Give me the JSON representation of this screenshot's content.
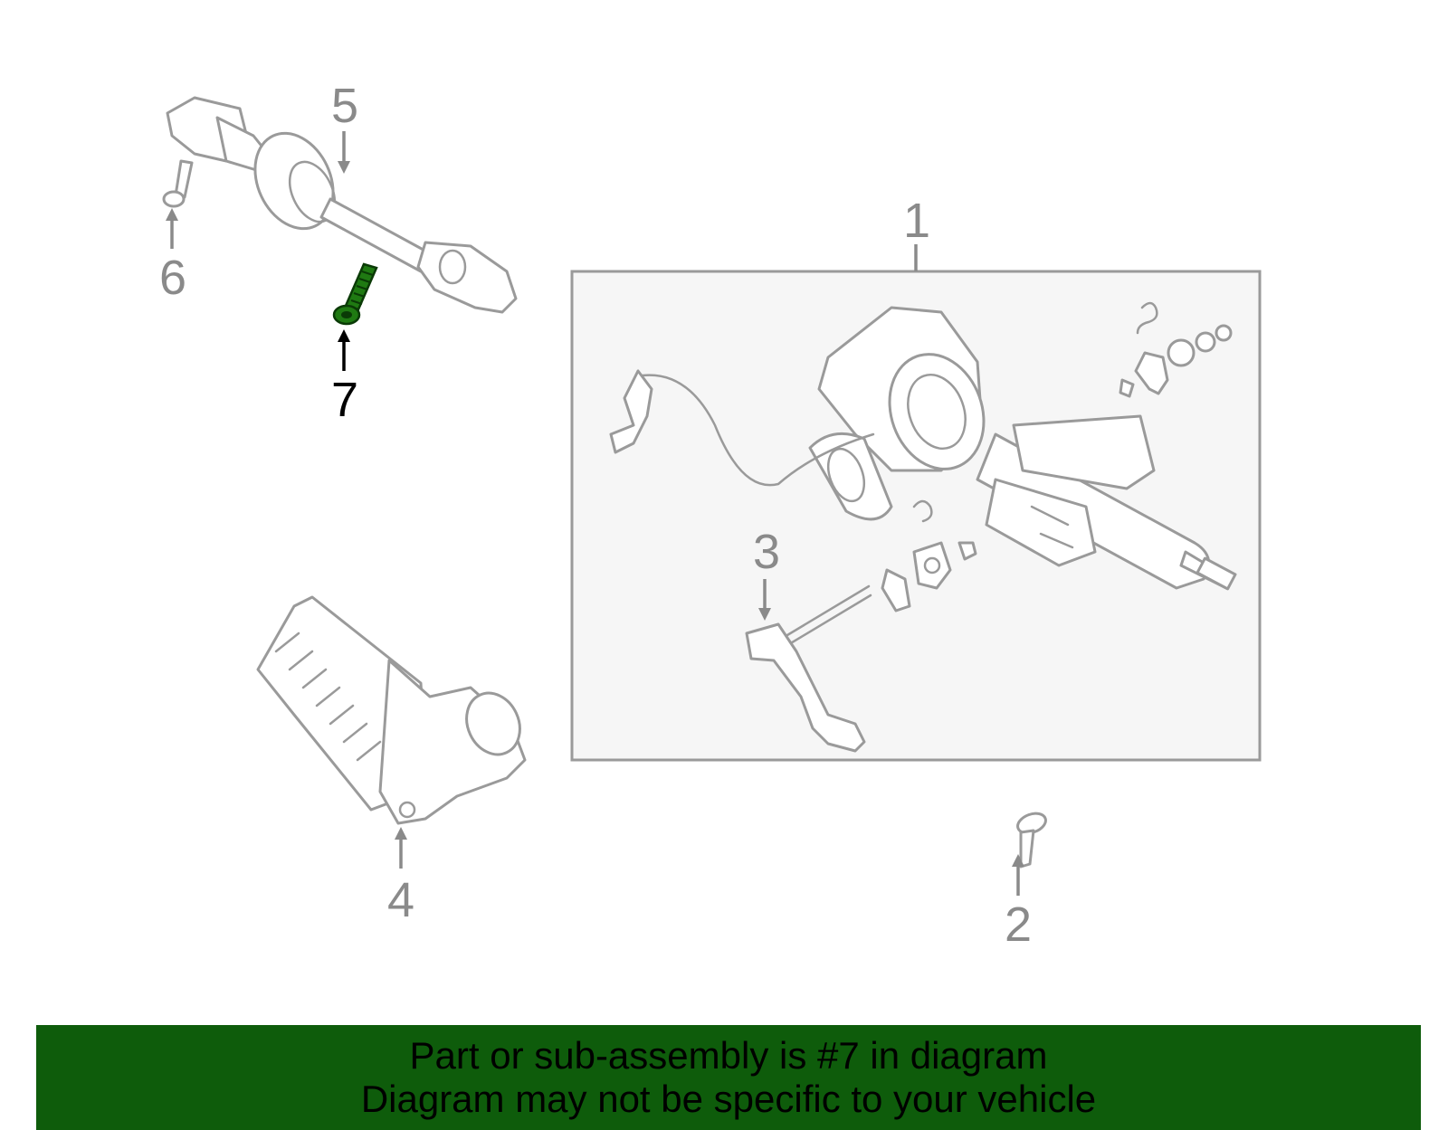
{
  "diagram": {
    "callouts": [
      {
        "id": "1",
        "label": "1"
      },
      {
        "id": "2",
        "label": "2"
      },
      {
        "id": "3",
        "label": "3"
      },
      {
        "id": "4",
        "label": "4"
      },
      {
        "id": "5",
        "label": "5"
      },
      {
        "id": "6",
        "label": "6"
      },
      {
        "id": "7",
        "label": "7"
      }
    ],
    "highlighted_part": "7",
    "colors": {
      "highlight": "#1f7a12",
      "banner": "#0e5c0b",
      "outline": "#9a9a9a",
      "box_fill": "#f6f6f6"
    }
  },
  "banner": {
    "line1": "Part or sub-assembly is #7 in diagram",
    "line2": "Diagram may not be specific to your vehicle"
  }
}
